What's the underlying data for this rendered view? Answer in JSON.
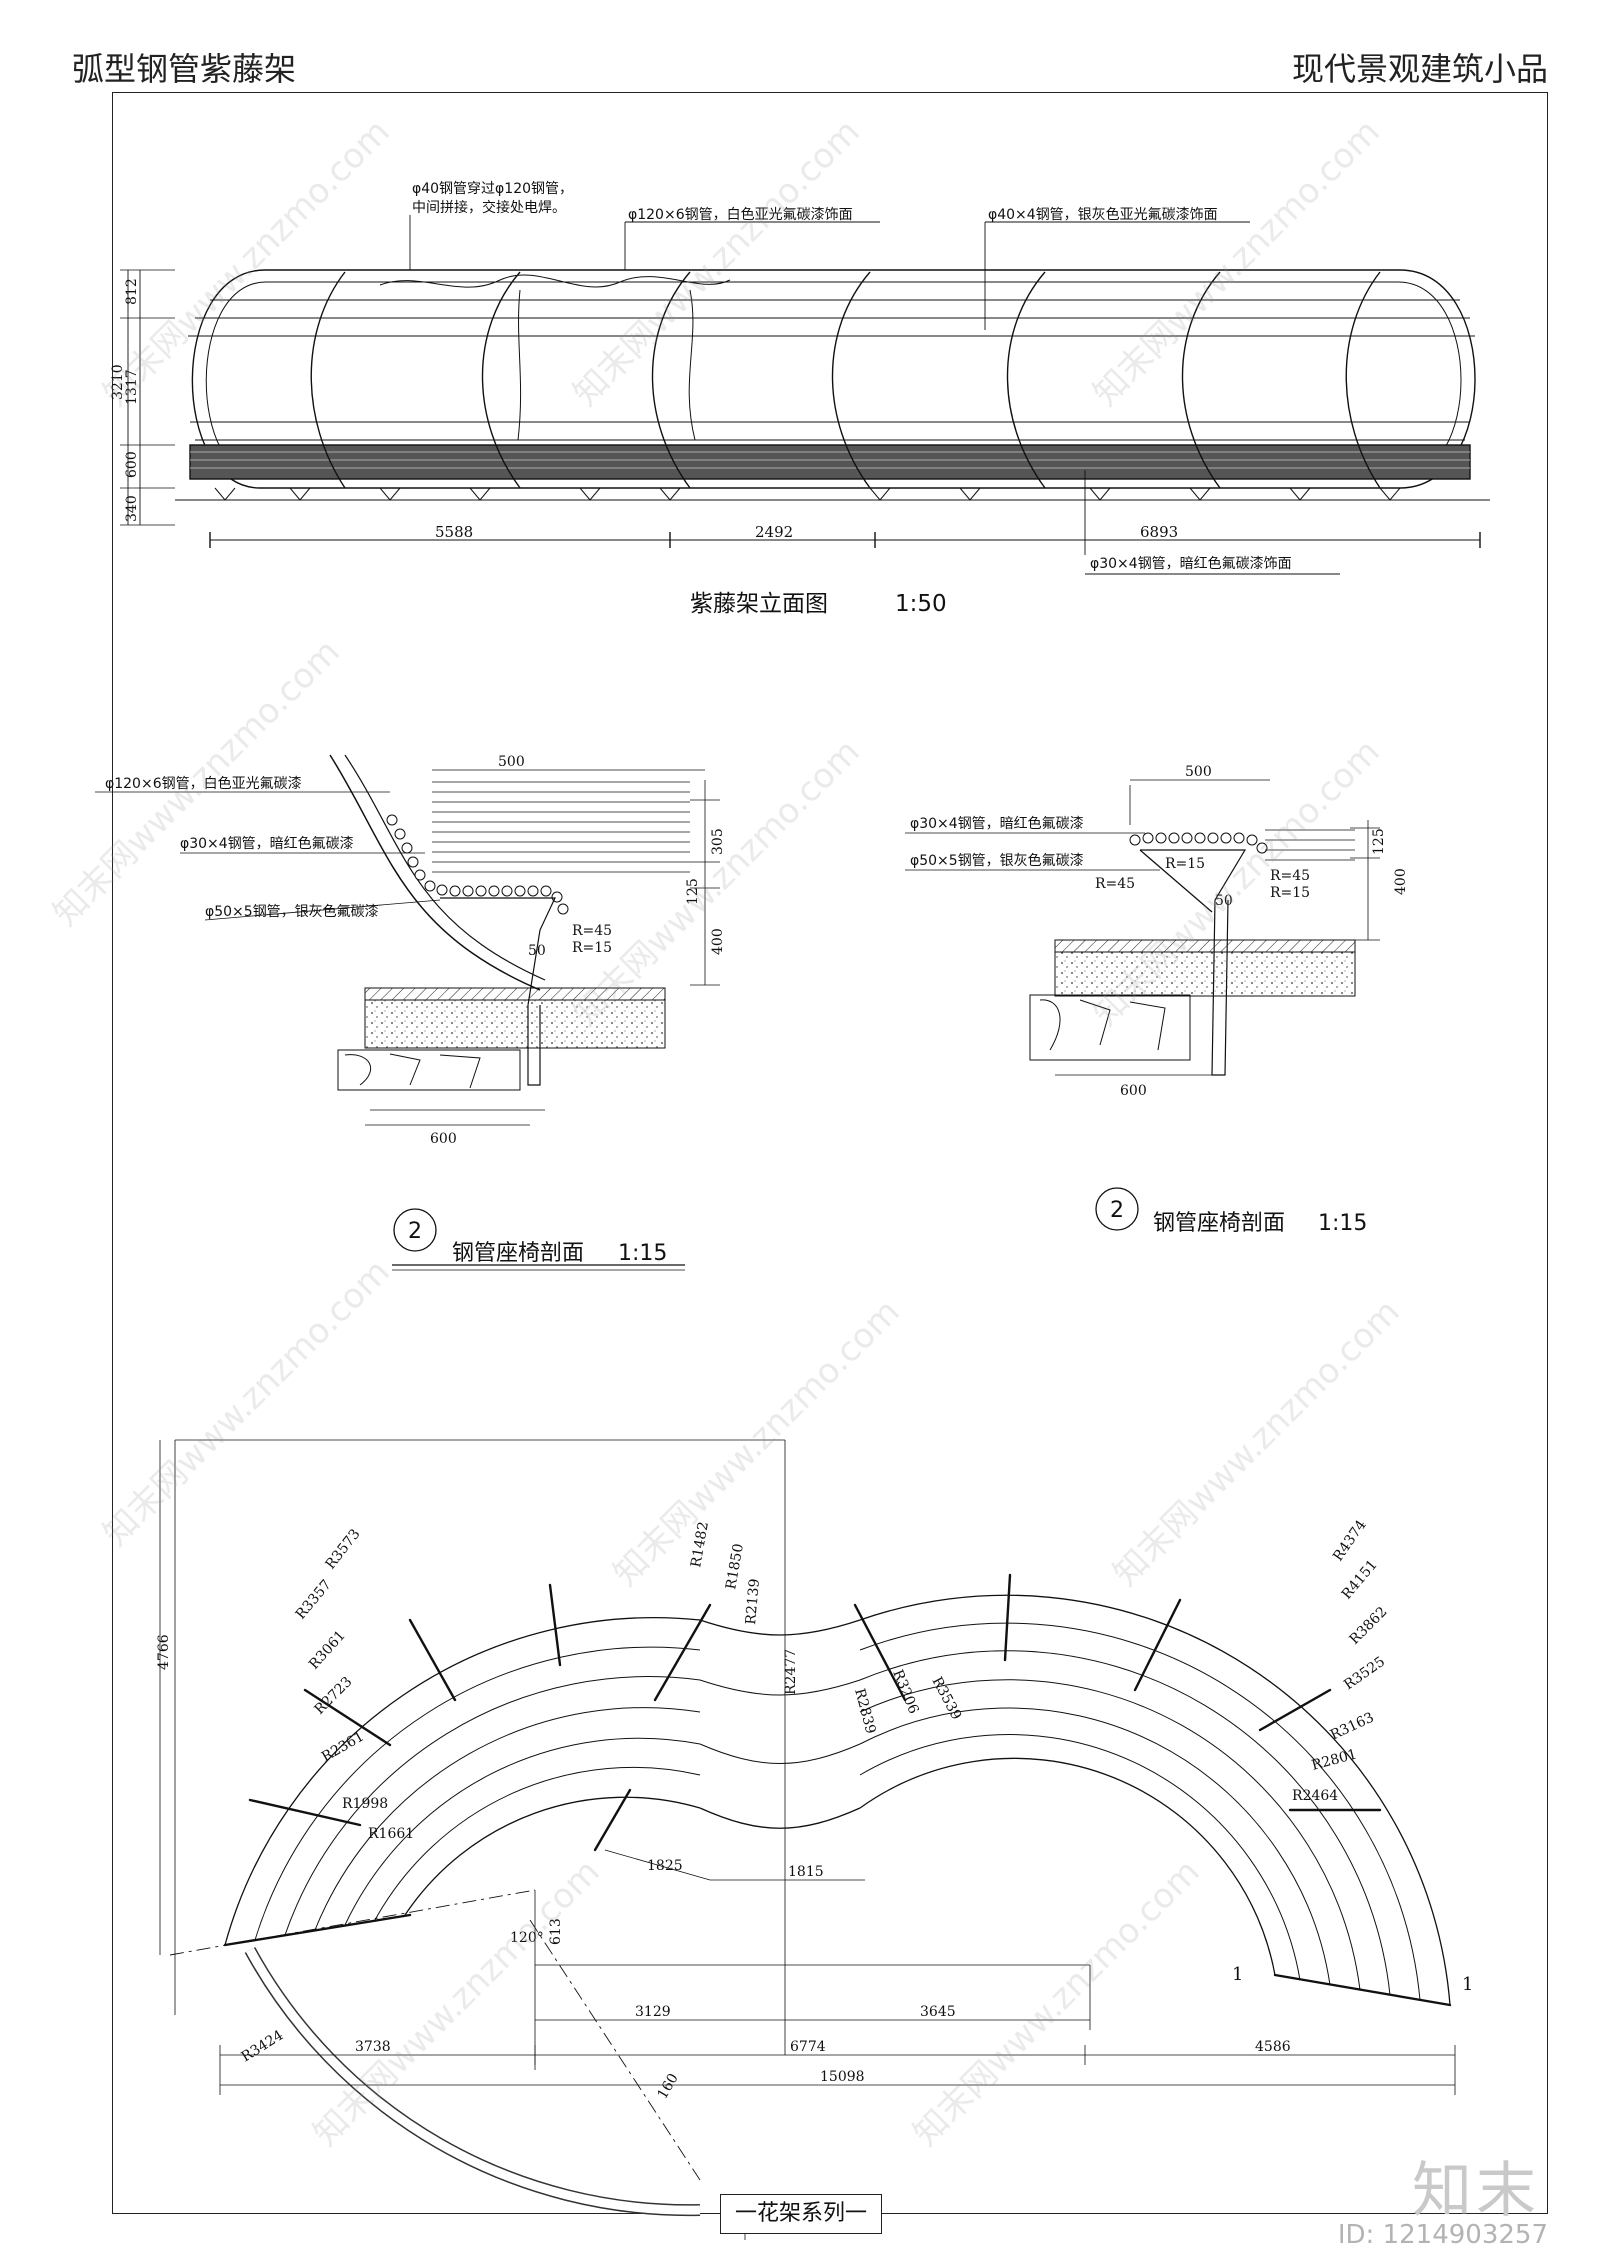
{
  "header": {
    "title_left": "弧型钢管紫藤架",
    "title_right": "现代景观建筑小品"
  },
  "elevation": {
    "title": "紫藤架立面图",
    "scale": "1:50",
    "notes": {
      "weld": [
        "φ40钢管穿过φ120钢管，",
        "中间拼接，交接处电焊。"
      ],
      "main_pipe": "φ120×6钢管，白色亚光氟碳漆饰面",
      "rail_pipe": "φ40×4钢管，银灰色亚光氟碳漆饰面",
      "seat_pipe": "φ30×4钢管，暗红色氟碳漆饰面"
    },
    "dims_v": [
      "3210",
      "812",
      "1317",
      "600",
      "340"
    ],
    "dims_h": [
      "5588",
      "2492",
      "6893"
    ]
  },
  "section_left": {
    "number": "2",
    "title": "钢管座椅剖面",
    "scale": "1:15",
    "notes": [
      "φ120×6钢管，白色亚光氟碳漆",
      "φ30×4钢管，暗红色氟碳漆",
      "φ50×5钢管，银灰色氟碳漆"
    ],
    "dims": {
      "top": "500",
      "h1": "305",
      "h2": "125",
      "h3": "400",
      "bottom": "600",
      "r45": "R=45",
      "r15": "R=15",
      "d50": "50"
    }
  },
  "section_right": {
    "number": "2",
    "title": "钢管座椅剖面",
    "scale": "1:15",
    "notes": [
      "φ30×4钢管，暗红色氟碳漆",
      "φ50×5钢管，银灰色氟碳漆"
    ],
    "dims": {
      "top": "500",
      "h1": "125",
      "h2": "400",
      "bottom": "600",
      "r15a": "R=15",
      "r45a": "R=45",
      "r45b": "R=45",
      "r15b": "R=15",
      "d50": "50"
    }
  },
  "plan": {
    "radii_left": [
      "R3573",
      "R3357",
      "R3061",
      "R2723",
      "R2361",
      "R1998",
      "R1661"
    ],
    "radii_mid": [
      "R1482",
      "R1850",
      "R2139",
      "R2477"
    ],
    "radii_mid_right": [
      "R2839",
      "R3206",
      "R3539"
    ],
    "radii_right": [
      "R4374",
      "R4151",
      "R3862",
      "R3525",
      "R3163",
      "R2801",
      "R2464"
    ],
    "dims": {
      "h4766": "4766",
      "a1825": "1825",
      "a1815": "1815",
      "d613": "613",
      "angle": "120°",
      "d3129": "3129",
      "d3645": "3645",
      "d3738": "3738",
      "d6774": "6774",
      "d4586": "4586",
      "total": "15098",
      "r3424": "R3424",
      "d160": "160"
    },
    "section_mark": "1"
  },
  "footer": {
    "series": "一花架系列一",
    "brand": "知末",
    "id_text": "ID: 1214903257"
  },
  "watermark": "知末网www.znzmo.com",
  "colors": {
    "line": "#111111",
    "frame": "#222222",
    "watermark": "#969696"
  }
}
